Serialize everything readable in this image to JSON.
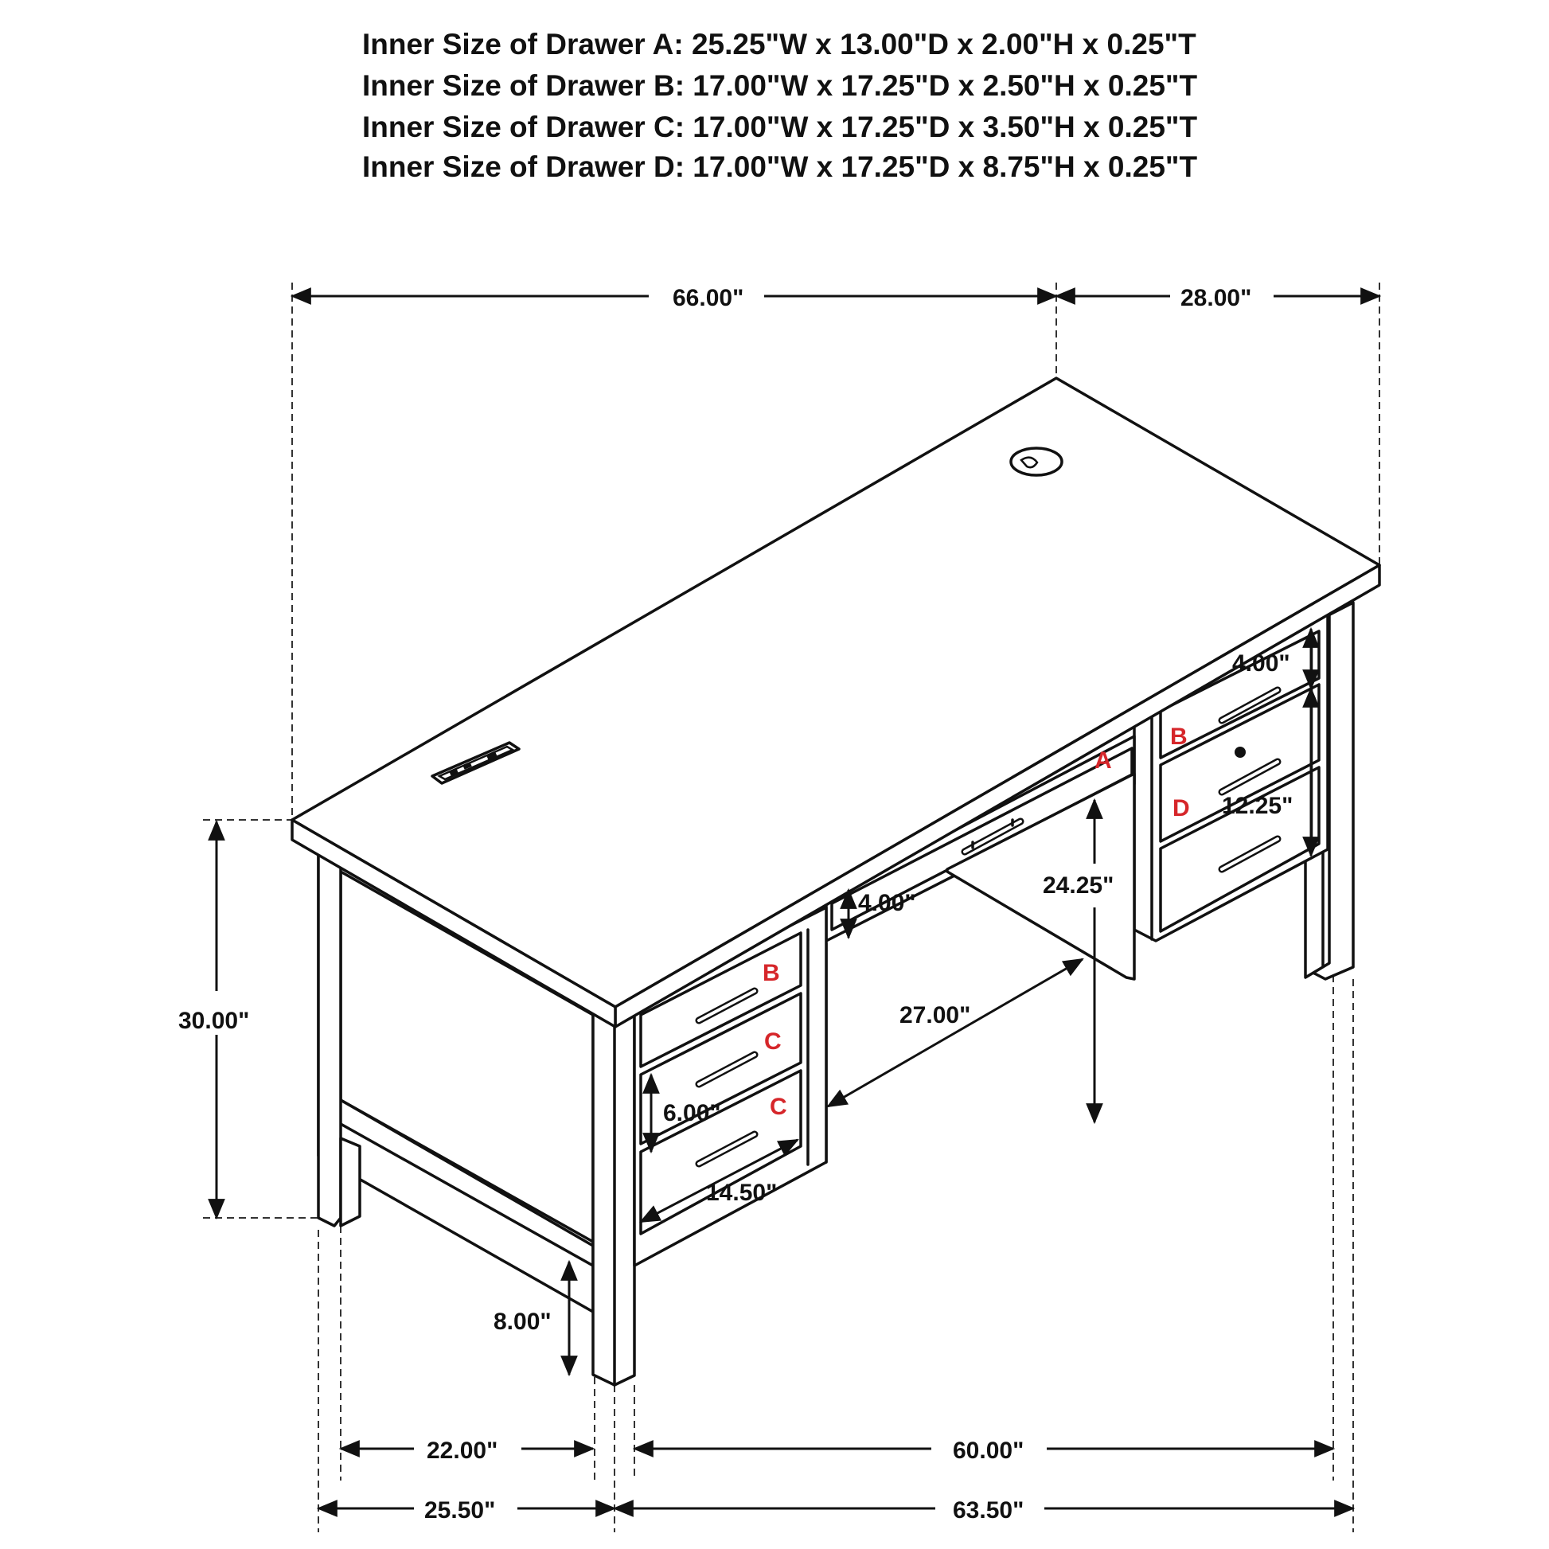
{
  "specs": [
    "Inner Size of Drawer A: 25.25\"W x 13.00\"D x 2.00\"H x 0.25\"T",
    "Inner Size of Drawer B: 17.00\"W x 17.25\"D x 2.50\"H x 0.25\"T",
    "Inner Size of Drawer C: 17.00\"W x 17.25\"D x 3.50\"H x 0.25\"T",
    "Inner Size of Drawer D: 17.00\"W x 17.25\"D x 8.75\"H x 0.25\"T"
  ],
  "dimensions": {
    "top_width": "66.00\"",
    "top_depth": "28.00\"",
    "overall_height": "30.00\"",
    "right_top_drawer": "4.00\"",
    "right_file_drawer": "12.25\"",
    "center_drawer": "4.00\"",
    "knee_height": "24.25\"",
    "knee_width": "27.00\"",
    "left_drawer": "6.00\"",
    "left_drawer_width": "14.50\"",
    "floor_clearance": "8.00\"",
    "side_inner": "22.00\"",
    "front_inner": "60.00\"",
    "side_outer": "25.50\"",
    "front_outer": "63.50\""
  },
  "drawer_labels": {
    "a": "A",
    "b_left": "B",
    "c_left_1": "C",
    "c_left_2": "C",
    "b_right": "B",
    "d_right": "D"
  },
  "colors": {
    "line": "#111111",
    "drawer_label": "#d6262a",
    "background": "#ffffff"
  }
}
